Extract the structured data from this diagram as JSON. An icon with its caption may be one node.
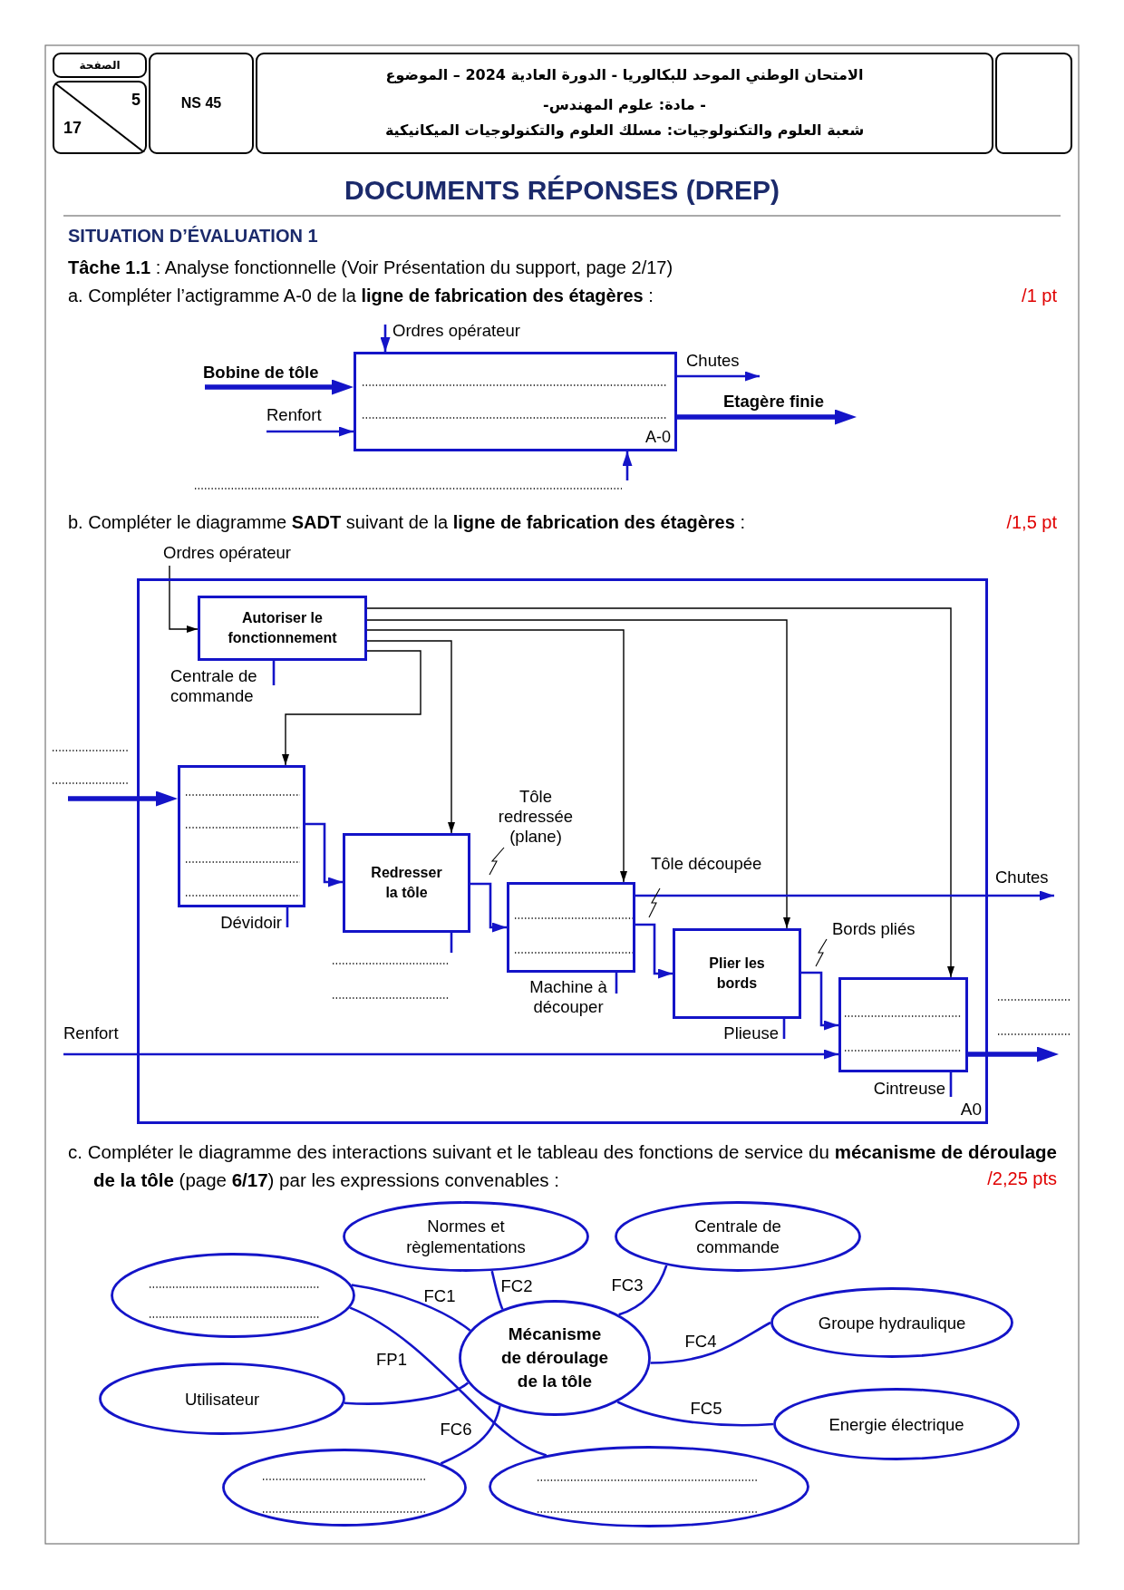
{
  "diagram": {
    "title": "DOCUMENTS RÉPONSES (DREP)",
    "nodes": [
      {
        "text": [
          "الصفحة"
        ]
      },
      {
        "text": [
          "5",
          "17"
        ]
      },
      {
        "text": [
          "NS 45"
        ]
      },
      {
        "text": [
          "الامتحان الوطني الموحد للبكالوريا - الدورة العادية 2024 – الموضوع",
          "- مادة: علوم المهندس-",
          "شعبة العلوم والتكنولوجيات: مسلك العلوم والتكنولوجيات الميكانيكية"
        ]
      },
      {
        "text": [],
        "shape": "box"
      },
      {
        "text": [
          "A-0"
        ]
      },
      {
        "text": [
          "A0"
        ]
      },
      {
        "text": [
          "Autoriser le fonctionnement"
        ],
        "in": 6
      },
      {
        "text": [],
        "shape": "box",
        "in": 6
      },
      {
        "text": [
          "Redresser la tôle"
        ],
        "in": 6
      },
      {
        "text": [],
        "shape": "box",
        "in": 6
      },
      {
        "text": [
          "Plier les bords"
        ],
        "in": 6
      },
      {
        "text": [],
        "shape": "box",
        "in": 6
      },
      {
        "text": [
          "Normes et règlementations"
        ]
      },
      {
        "text": [
          "Centrale de commande"
        ]
      },
      {
        "text": [],
        "shape": "ellipse"
      },
      {
        "text": [
          "Groupe hydraulique"
        ]
      },
      {
        "text": [
          "Mécanisme de déroulage de la tôle"
        ]
      },
      {
        "text": [
          "Utilisateur"
        ]
      },
      {
        "text": [
          "Energie électrique"
        ]
      },
      {
        "text": [],
        "shape": "ellipse"
      },
      {
        "text": [],
        "shape": "ellipse"
      }
    ],
    "edges": [
      {
        "from": null,
        "to": 5,
        "arrow": "to",
        "label": "Ordres opérateur"
      },
      {
        "from": null,
        "to": 5,
        "arrow": "to",
        "label": "Bobine de tôle",
        "style": "thick"
      },
      {
        "from": null,
        "to": 5,
        "arrow": "to",
        "label": "Renfort"
      },
      {
        "from": 5,
        "to": null,
        "arrow": "to",
        "label": "Chutes"
      },
      {
        "from": 5,
        "to": null,
        "arrow": "to",
        "label": "Etagère finie",
        "style": "thick"
      },
      {
        "from": null,
        "to": 5,
        "arrow": "to"
      },
      {
        "from": null,
        "to": 7,
        "arrow": "to",
        "label": "Ordres opérateur",
        "color": "#000000"
      },
      {
        "from": null,
        "to": 7,
        "arrow": "none",
        "label": "Centrale de commande"
      },
      {
        "from": 7,
        "to": 8,
        "arrow": "to",
        "color": "#000000"
      },
      {
        "from": 7,
        "to": 9,
        "arrow": "to",
        "color": "#000000"
      },
      {
        "from": 7,
        "to": 10,
        "arrow": "to",
        "color": "#000000"
      },
      {
        "from": 7,
        "to": 11,
        "arrow": "to",
        "color": "#000000"
      },
      {
        "from": 7,
        "to": 12,
        "arrow": "to",
        "color": "#000000"
      },
      {
        "from": null,
        "to": 8,
        "arrow": "to",
        "style": "thick"
      },
      {
        "from": null,
        "to": 8,
        "arrow": "none",
        "label": "Dévidoir"
      },
      {
        "from": 8,
        "to": 9,
        "arrow": "to"
      },
      {
        "from": null,
        "to": 9,
        "arrow": "none"
      },
      {
        "from": 9,
        "to": 10,
        "arrow": "to",
        "label": "Tôle redressée (plane)"
      },
      {
        "from": null,
        "to": 10,
        "arrow": "none",
        "label": "Machine à découper"
      },
      {
        "from": 10,
        "to": null,
        "arrow": "to",
        "label": "Chutes"
      },
      {
        "from": 10,
        "to": 11,
        "arrow": "to",
        "label": "Tôle découpée"
      },
      {
        "from": null,
        "to": 11,
        "arrow": "none",
        "label": "Plieuse"
      },
      {
        "from": 11,
        "to": 12,
        "arrow": "to",
        "label": "Bords pliés"
      },
      {
        "from": null,
        "to": 12,
        "arrow": "to",
        "label": "Renfort"
      },
      {
        "from": 12,
        "to": null,
        "arrow": "to",
        "style": "thick"
      },
      {
        "from": null,
        "to": 12,
        "arrow": "none",
        "label": "Cintreuse"
      },
      {
        "from": 15,
        "to": 17,
        "arrow": "none",
        "label": "FC1"
      },
      {
        "from": 15,
        "to": 21,
        "arrow": "none",
        "label": "FP1"
      },
      {
        "from": 13,
        "to": 17,
        "arrow": "none",
        "label": "FC2"
      },
      {
        "from": 14,
        "to": 17,
        "arrow": "none",
        "label": "FC3"
      },
      {
        "from": 17,
        "to": 16,
        "arrow": "none",
        "label": "FC4"
      },
      {
        "from": 17,
        "to": 19,
        "arrow": "none",
        "label": "FC5"
      },
      {
        "from": 17,
        "to": 20,
        "arrow": "none",
        "label": "FC6"
      },
      {
        "from": 18,
        "to": 17,
        "arrow": "none"
      }
    ],
    "labels": [
      "SITUATION D’ÉVALUATION 1",
      "**Tâche 1.1** : Analyse fonctionnelle (Voir Présentation du support, page 2/17)",
      "a. Compléter l’actigramme A-0 de la **ligne de fabrication des étagères** :",
      "/1 pt",
      "b. Compléter le diagramme **SADT** suivant de la **ligne de fabrication des étagères** :",
      "/1,5 pt",
      "c. Compléter le diagramme des interactions suivant et le tableau des fonctions de service du **mécanisme de déroulage de la tôle** (page **6/17**) par les expressions convenables :",
      "/2,25 pts"
    ]
  }
}
